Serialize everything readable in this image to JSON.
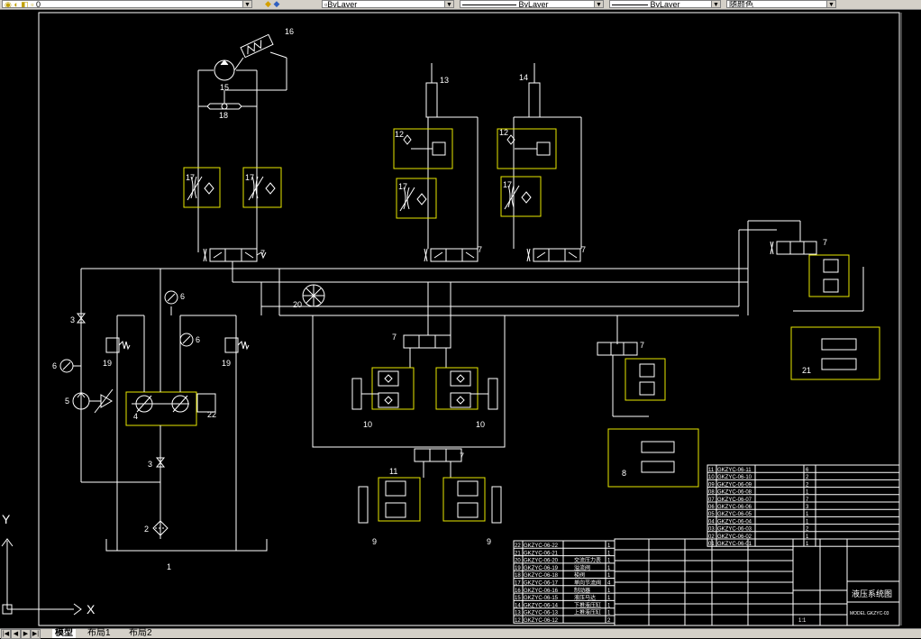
{
  "toolbar": {
    "layer_value": "0",
    "layer_prop": "ByLayer",
    "linetype": "ByLayer",
    "lineweight": "ByLayer",
    "color": "随颜色"
  },
  "tabs": [
    "模型",
    "布局1",
    "布局2"
  ],
  "diagram": {
    "labels": {
      "n1": "1",
      "n2": "2",
      "n3a": "3",
      "n3b": "3",
      "n4": "4",
      "n5": "5",
      "n6a": "6",
      "n6b": "6",
      "n6c": "6",
      "n7a": "7",
      "n7b": "7",
      "n7c": "7",
      "n7d": "7",
      "n7e": "7",
      "n7f": "7",
      "n7g": "7",
      "n8": "8",
      "n9a": "9",
      "n9b": "9",
      "n10a": "10",
      "n10b": "10",
      "n11": "11",
      "n12a": "12",
      "n12b": "12",
      "n13": "13",
      "n14": "14",
      "n15": "15",
      "n16": "16",
      "n17a": "17",
      "n17b": "17",
      "n17c": "17",
      "n17d": "17",
      "n18": "18",
      "n19a": "19",
      "n19b": "19",
      "n20": "20",
      "n21": "21",
      "n22": "22"
    },
    "ucs": {
      "x": "X",
      "y": "Y"
    }
  },
  "bom_right": [
    {
      "no": "11",
      "code": "GKZYC-06-11",
      "qty": "6"
    },
    {
      "no": "10",
      "code": "GKZYC-06-10",
      "qty": "2"
    },
    {
      "no": "09",
      "code": "GKZYC-06-09",
      "qty": "2"
    },
    {
      "no": "08",
      "code": "GKZYC-06-08",
      "qty": "1"
    },
    {
      "no": "07",
      "code": "GKZYC-06-07",
      "qty": "7"
    },
    {
      "no": "06",
      "code": "GKZYC-06-06",
      "qty": "3"
    },
    {
      "no": "05",
      "code": "GKZYC-06-05",
      "qty": "1"
    },
    {
      "no": "04",
      "code": "GKZYC-06-04",
      "qty": "1"
    },
    {
      "no": "03",
      "code": "GKZYC-06-03",
      "qty": "2"
    },
    {
      "no": "02",
      "code": "GKZYC-06-02",
      "qty": "1"
    },
    {
      "no": "01",
      "code": "GKZYC-06-01",
      "qty": "1"
    }
  ],
  "bom_left": [
    {
      "no": "22",
      "code": "GKZYC-06-22",
      "name": "",
      "qty": "1"
    },
    {
      "no": "21",
      "code": "GKZYC-06-21",
      "name": "",
      "qty": "1"
    },
    {
      "no": "20",
      "code": "GKZYC-06-20",
      "name": "交流压力表",
      "qty": "1"
    },
    {
      "no": "19",
      "code": "GKZYC-06-19",
      "name": "溢流阀",
      "qty": "1"
    },
    {
      "no": "18",
      "code": "GKZYC-06-18",
      "name": "梭阀",
      "qty": "1"
    },
    {
      "no": "17",
      "code": "GKZYC-06-17",
      "name": "单向节流阀",
      "qty": "4"
    },
    {
      "no": "16",
      "code": "GKZYC-06-16",
      "name": "制动器",
      "qty": "1"
    },
    {
      "no": "15",
      "code": "GKZYC-06-15",
      "name": "液压马达",
      "qty": "1"
    },
    {
      "no": "14",
      "code": "GKZYC-06-14",
      "name": "下推液压缸",
      "qty": "1"
    },
    {
      "no": "13",
      "code": "GKZYC-06-13",
      "name": "上推液压缸",
      "qty": "1"
    },
    {
      "no": "12",
      "code": "GKZYC-06-12",
      "name": "",
      "qty": "2"
    }
  ],
  "title_block": {
    "title": "液压系统图",
    "drawing_no": "MODEL GKZYC-03",
    "scale": "1:1"
  }
}
